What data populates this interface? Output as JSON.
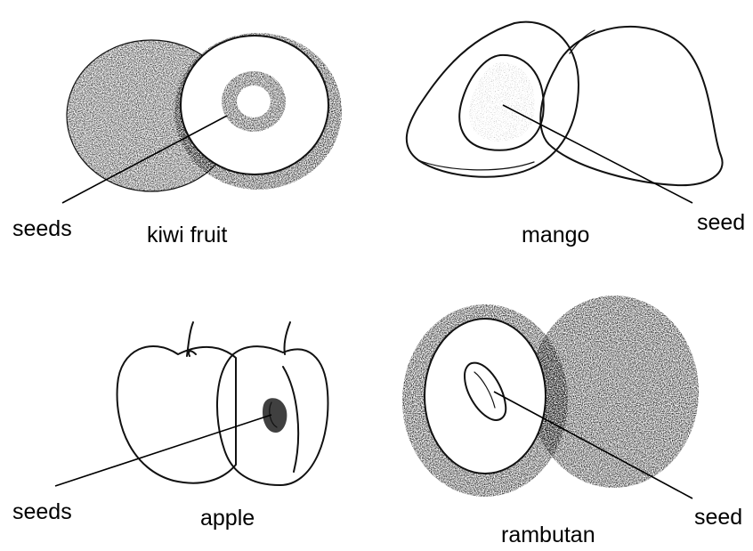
{
  "panels": {
    "kiwi": {
      "name": "kiwi fruit",
      "part": "seeds"
    },
    "mango": {
      "name": "mango",
      "part": "seed"
    },
    "apple": {
      "name": "apple",
      "part": "seeds"
    },
    "rambutan": {
      "name": "rambutan",
      "part": "seed"
    }
  }
}
